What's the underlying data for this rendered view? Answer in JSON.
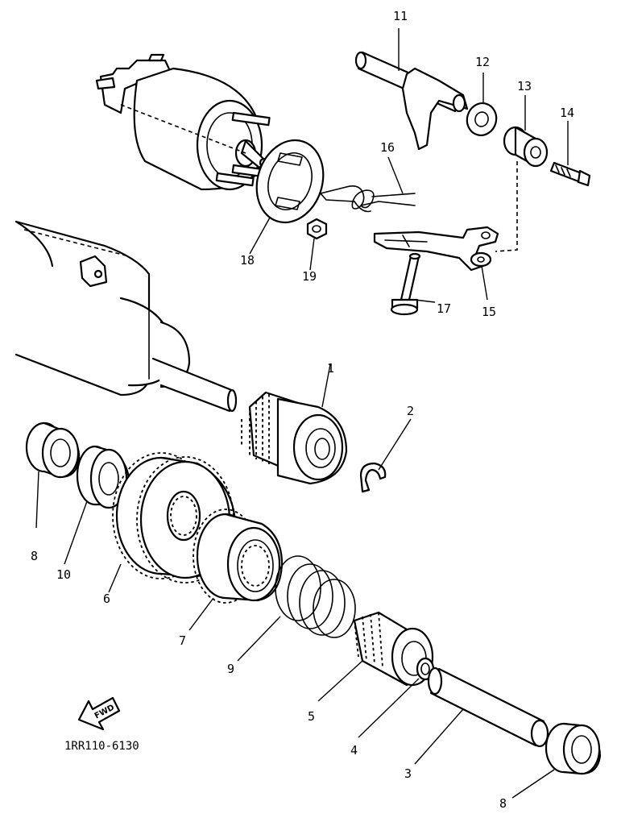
{
  "drawing_code": "1RR110-6130",
  "fwd_label": "FWD",
  "callouts": {
    "c1": "1",
    "c2": "2",
    "c3": "3",
    "c4": "4",
    "c5": "5",
    "c6": "6",
    "c7": "7",
    "c8a": "8",
    "c8b": "8",
    "c9": "9",
    "c10": "10",
    "c11": "11",
    "c12": "12",
    "c13": "13",
    "c14": "14",
    "c15": "15",
    "c16": "16",
    "c17": "17",
    "c18": "18",
    "c19": "19"
  },
  "colors": {
    "ink": "#000000",
    "paper": "#ffffff"
  }
}
